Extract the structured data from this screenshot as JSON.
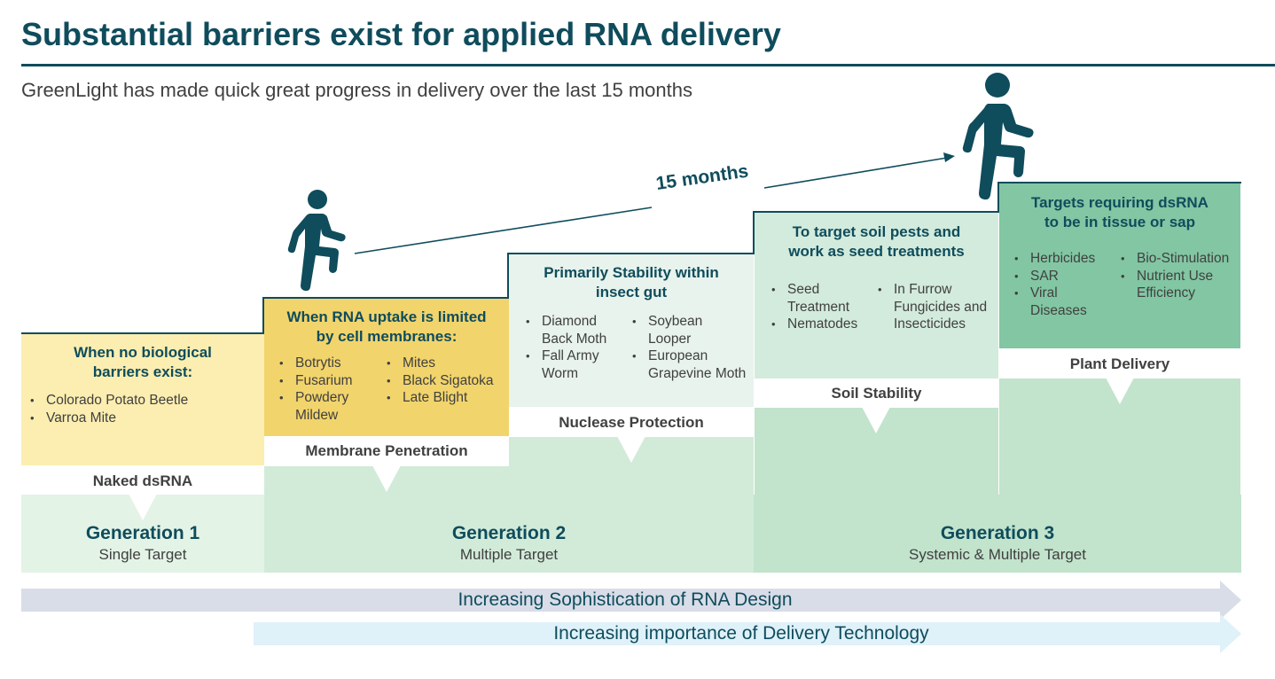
{
  "header": {
    "title": "Substantial barriers exist for applied RNA delivery",
    "subtitle": "GreenLight has made quick great progress in delivery over the last 15 months"
  },
  "timeline": {
    "label": "15 months"
  },
  "steps": [
    {
      "heading_line1": "When no biological",
      "heading_line2": "barriers exist:",
      "bullets": [
        "Colorado Potato Beetle",
        "Varroa Mite"
      ],
      "label": "Naked dsRNA"
    },
    {
      "heading_line1": "When RNA uptake is limited",
      "heading_line2": "by cell membranes:",
      "bullets_col1": [
        "Botrytis",
        "Fusarium",
        "Powdery Mildew"
      ],
      "bullets_col2": [
        "Mites",
        "Black Sigatoka",
        "Late Blight"
      ],
      "label": "Membrane Penetration"
    },
    {
      "heading_line1": "Primarily Stability within",
      "heading_line2": "insect gut",
      "bullets_col1": [
        "Diamond Back Moth",
        "Fall Army Worm"
      ],
      "bullets_col2": [
        "Soybean Looper",
        "European Grapevine Moth"
      ],
      "label": "Nuclease Protection"
    },
    {
      "heading_line1": "To target soil pests and",
      "heading_line2": "work as seed treatments",
      "bullets_col1": [
        "Seed Treatment",
        "Nematodes"
      ],
      "bullets_col2": [
        "In Furrow Fungicides and Insecticides"
      ],
      "label": "Soil Stability"
    },
    {
      "heading_line1": "Targets requiring dsRNA",
      "heading_line2": "to be in tissue or sap",
      "bullets_col1": [
        "Herbicides",
        "SAR",
        "Viral Diseases"
      ],
      "bullets_col2": [
        "Bio-Stimulation",
        "Nutrient Use Efficiency"
      ],
      "label": "Plant Delivery"
    }
  ],
  "generations": [
    {
      "name": "Generation 1",
      "desc": "Single Target"
    },
    {
      "name": "Generation 2",
      "desc": "Multiple Target"
    },
    {
      "name": "Generation 3",
      "desc": "Systemic & Multiple Target"
    }
  ],
  "arrows": [
    {
      "label": "Increasing Sophistication of RNA Design"
    },
    {
      "label": "Increasing importance of Delivery Technology"
    }
  ],
  "colors": {
    "dark_teal": "#0f4c5c",
    "gen1": "#e3f3e6",
    "gen2": "#d2ebd9",
    "gen3": "#c2e3cc",
    "step1": "#fbeeb0",
    "step2": "#f2d46c",
    "step3": "#e7f3ec",
    "step4": "#d3ebdc",
    "step5": "#82c6a3",
    "arrow1": "#d9dde8",
    "arrow2": "#dff1f9"
  }
}
